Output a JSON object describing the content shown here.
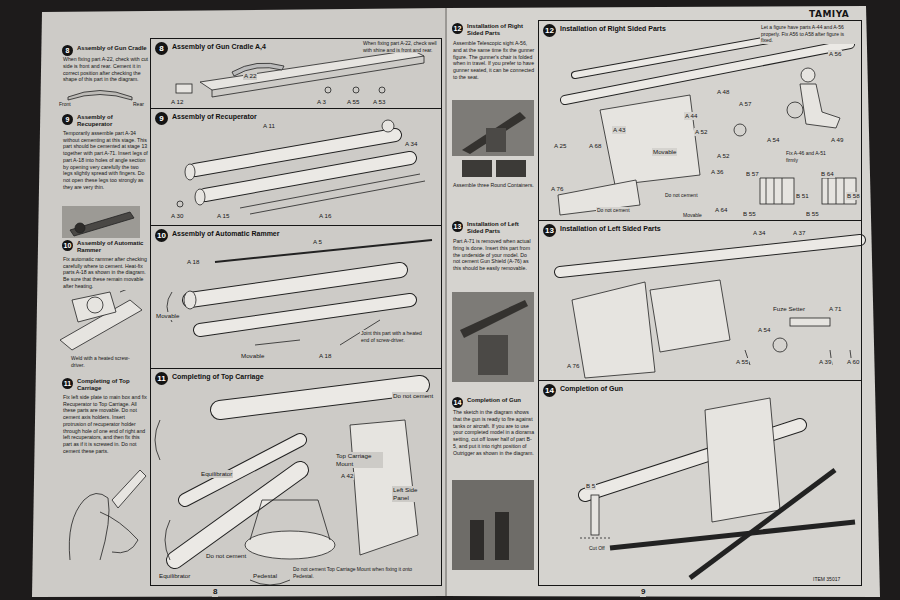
{
  "diagram": {
    "nodes": [
      {
        "text": [
          "8"
        ]
      },
      {
        "text": [
          "9"
        ]
      },
      {
        "text": [
          "10"
        ]
      },
      {
        "text": [
          "11"
        ]
      },
      {
        "text": [
          "Assembly of Gun Cradle A,4"
        ]
      },
      {
        "text": [
          "8"
        ],
        "in": 4
      },
      {
        "text": [
          "Assembly of Recuperator"
        ]
      },
      {
        "text": [
          "9"
        ],
        "in": 6
      },
      {
        "text": [
          "Assembly of Automatic Rammer"
        ]
      },
      {
        "text": [
          "10"
        ],
        "in": 8
      },
      {
        "text": [
          "Completing of Top Carriage"
        ]
      },
      {
        "text": [
          "11"
        ],
        "in": 10
      },
      {
        "text": [
          "12"
        ]
      },
      {
        "text": [
          "13"
        ]
      },
      {
        "text": [
          "14"
        ]
      },
      {
        "text": [
          "Installation of Right Sided Parts"
        ]
      },
      {
        "text": [
          "12"
        ],
        "in": 15
      },
      {
        "text": [
          "Installation of Left Sided Parts"
        ]
      },
      {
        "text": [
          "13"
        ],
        "in": 17
      },
      {
        "text": [
          "Completion of Gun"
        ]
      },
      {
        "text": [
          "14"
        ],
        "in": 19
      }
    ],
    "edges": [],
    "labels": [
      "Assembly of Gun Cradle",
      "When fixing part A-22, check with cut side is front and rear. Cement it in correct position after checking the shape of this part in the diagram.",
      "Front",
      "Rear",
      "Assembly of Recuperator",
      "Temporarily assemble part A-34 without cementing at this stage. This part should be cemented at stage 13 together with part A-71. Insert legs of part A-18 into holes of angle section by opening very carefully the two legs slightly spread with fingers. Do not open these legs too strongly as they are very thin.",
      "Assembly of Automatic Rammer",
      "Fix automatic rammer after checking carefully where to cement. Heat-fix parts A-18 as shown in the diagram. Be sure that these remain movable after heating.",
      "Weld with a heated screw-driver.",
      "Completing of Top Carriage",
      "Fix left side plate to main box and fix Recuperator to Top Carriage. All these parts are movable. Do not cement axis holders. Insert protrusion of recuperator holder through hole of one end of right and left recuperators, and then fix this part as if it is screwed in. Do not cement these parts.",
      "8",
      "When fixing part A-22, check well with shine and is front and rear.",
      "A 22",
      "A 12",
      "A 3",
      "A 55",
      "A 53",
      "A 11",
      "A 34",
      "A 30",
      "A 15",
      "A 16",
      "A 5",
      "A 18",
      "Movable",
      "Movable",
      "A 18",
      "Joint this part with a heated end of screw-driver.",
      "Do not cement",
      "Top Carriage Mount",
      "A 42",
      "Equilibrator",
      "Left Side Panel",
      "Do not cement",
      "Equilibrator",
      "Pedestal",
      "Do not cement Top Carriage Mount when fixing it onto Pedestal.",
      "TAMIYA",
      "Installation of Right Sided Parts",
      "Assemble Telescopic sight A-56, and at the same time fix the gunner figure. The gunner's chair is folded when in travel. If you prefer to have gunner seated, it can be connected to the seat.",
      "Assemble three Round Containers.",
      "Installation of Left Sided Parts",
      "Part A-71 is removed when actual firing is done. Insert this part from the underside of your model. Do not cement Gun Shield (A-76) as this should be easily removable.",
      "Completion of Gun",
      "The sketch in the diagram shows that the gun is ready to fire against tanks or aircraft. If you are to use your completed model in a diorama setting, cut off lower half of part B-5, and put it into right position of Outrigger as shown in the diagram.",
      "9",
      "ITEM 35017",
      "Let a figure have parts A-44 and A-56 properly. Fix A56 to A58 after figure is fixed.",
      "A 56",
      "A 48",
      "A 57",
      "A 44",
      "A 43",
      "A 25",
      "A 68",
      "Movable",
      "A 52",
      "A 52",
      "A 54",
      "A 49",
      "Fix A-46 and A-51 firmly",
      "A 36",
      "A 76",
      "Do not cement",
      "Do not cement",
      "A 64",
      "Movable",
      "B 57",
      "B 64",
      "B 51",
      "B 58",
      "B 55",
      "B 55",
      "A 34",
      "A 37",
      "Fuze Setter",
      "A 71",
      "A 54",
      "A 55",
      "A 39",
      "A 60",
      "A 76",
      "B 5",
      "Cut Off"
    ]
  }
}
